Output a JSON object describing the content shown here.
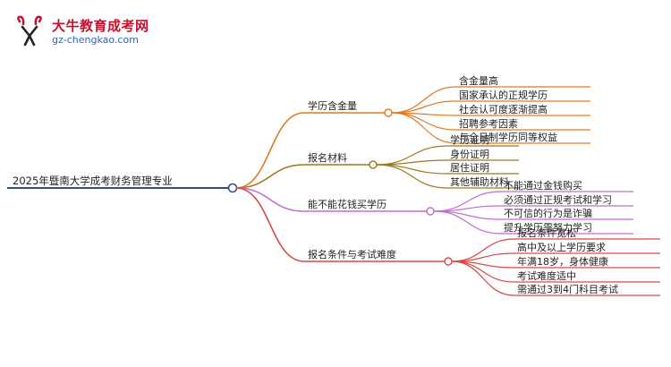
{
  "logo": {
    "icon": "bull-head-logo",
    "title": "大牛教育成考网",
    "url": "gz-chengkao.com"
  },
  "colors": {
    "root": "#2d4f8a",
    "b0": "#e07b24",
    "b1": "#a0761d",
    "b2": "#c46bd0",
    "b3": "#d94848"
  },
  "root": "2025年暨南大学成考财务管理专业",
  "branches": [
    {
      "label": "学历含金量",
      "children": [
        "含金量高",
        "国家承认的正规学历",
        "社会认可度逐渐提高",
        "招聘参考因素",
        "与全日制学历同等权益"
      ]
    },
    {
      "label": "报名材料",
      "children": [
        "学历证明",
        "身份证明",
        "居住证明",
        "其他辅助材料"
      ]
    },
    {
      "label": "能不能花钱买学历",
      "children": [
        "不能通过金钱购买",
        "必须通过正规考试和学习",
        "不可信的行为是诈骗",
        "提升学历需努力学习"
      ]
    },
    {
      "label": "报名条件与考试难度",
      "children": [
        "报名条件宽松",
        "高中及以上学历要求",
        "年满18岁，身体健康",
        "考试难度适中",
        "需通过3到4门科目考试"
      ]
    }
  ]
}
